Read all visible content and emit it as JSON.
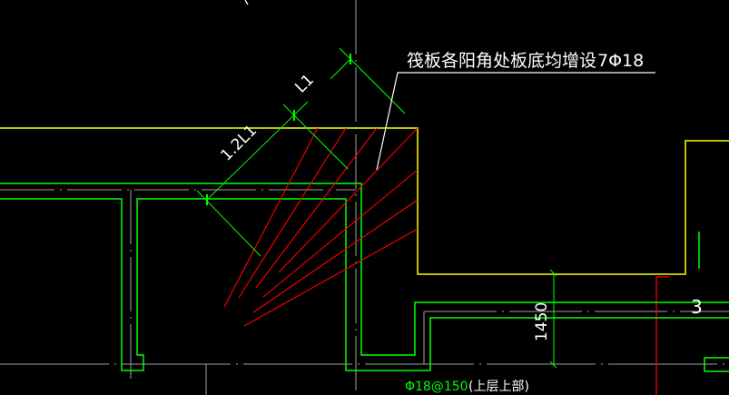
{
  "annotation": {
    "note": "筏板各阳角处板底均增设",
    "rebar": "7Φ18"
  },
  "dimensions": {
    "l1": "L1",
    "l1_12": "1.2L1",
    "depth": "1450",
    "mark": "3"
  },
  "bottom_label": {
    "rebar": "Φ18@150",
    "position": "(上层上部)"
  },
  "colors": {
    "background": "#000000",
    "slab_edge": "#ffff00",
    "wall": "#00ff00",
    "rebar": "#ff0000",
    "axis": "#808080",
    "text": "#ffffff"
  }
}
